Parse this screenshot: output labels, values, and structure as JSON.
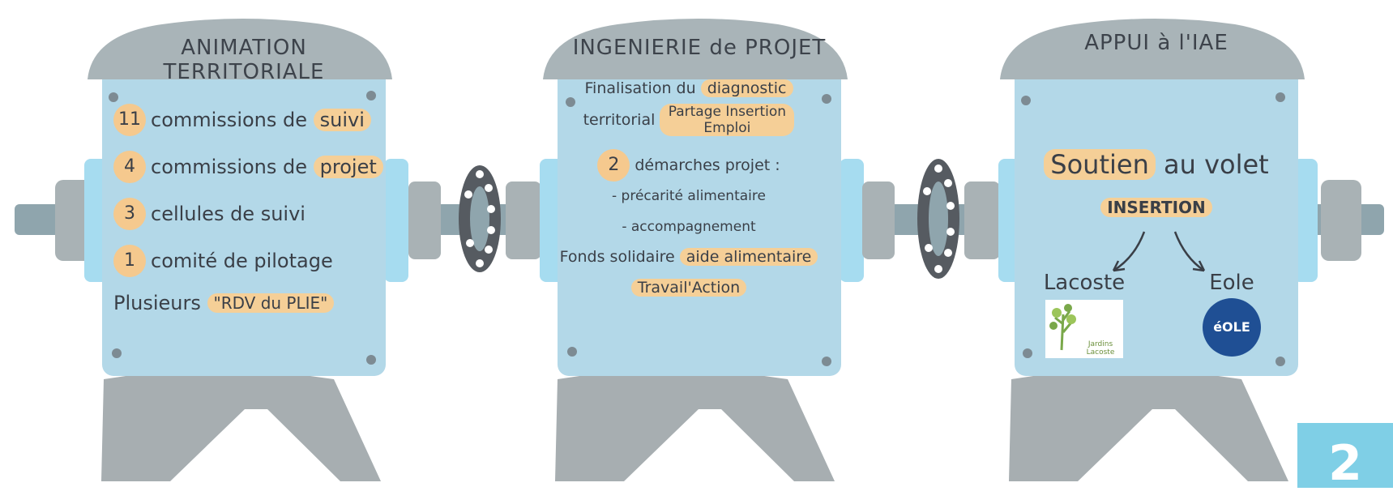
{
  "machines": [
    {
      "title": "ANIMATION TERRITORIALE",
      "rows": [
        {
          "num": "11",
          "text": "commissions de",
          "hl": "suivi"
        },
        {
          "num": "4",
          "text": "commissions de",
          "hl": "projet"
        },
        {
          "num": "3",
          "text": "cellules de suivi",
          "hl": ""
        },
        {
          "num": "1",
          "text": "comité de pilotage",
          "hl": ""
        }
      ],
      "footer_prefix": "Plusieurs",
      "footer_hl": "\"RDV du PLIE\""
    },
    {
      "title": "INGENIERIE de PROJET",
      "line1_pre": "Finalisation du",
      "line1_hl": "diagnostic",
      "line2_pre": "territorial",
      "line2_hl": "Partage Insertion Emploi",
      "demarches_num": "2",
      "demarches_text": "démarches projet :",
      "item1": "- précarité alimentaire",
      "item2": "- accompagnement",
      "fonds_pre": "Fonds solidaire",
      "fonds_hl": "aide alimentaire",
      "travail": "Travail'Action"
    },
    {
      "title": "APPUI à l'IAE",
      "soutien_hl": "Soutien",
      "soutien_rest": "au volet",
      "insertion": "INSERTION",
      "left_label": "Lacoste",
      "right_label": "Eole",
      "logo_left_text": "Jardins Lacoste",
      "logo_right_text": "éOLE"
    }
  ],
  "page_badge": "2",
  "colors": {
    "panel": "#b3d8e8",
    "cap": "#a9b4b8",
    "leg": "#a7aeb1",
    "highlight": "#f5cf97",
    "pipe": "#8fa5ad",
    "badge": "#7fcfe6"
  }
}
